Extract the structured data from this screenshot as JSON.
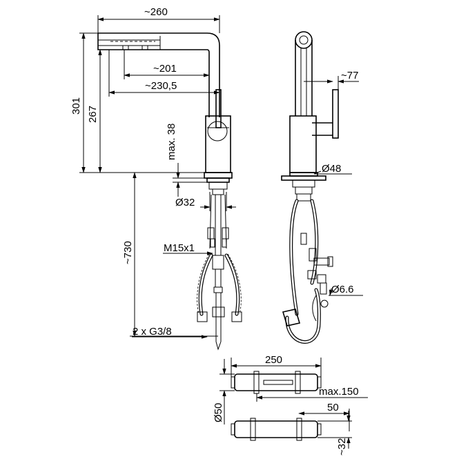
{
  "dimensions": {
    "width_top": "~260",
    "spout_reach": "~201",
    "spout_reach_2": "~230,5",
    "height_total": "301",
    "height_outlet": "267",
    "max_worktop": "max. 38",
    "hole_diameter": "Ø32",
    "hose_length": "~730",
    "thread": "M15x1",
    "connections": "2 x G3/8",
    "lever_offset": "~77",
    "base_diameter": "Ø48",
    "pipe_diameter": "Ø6.6",
    "weight_length": "250",
    "weight_diameter": "Ø50",
    "weight_travel": "max.150",
    "weight_offset": "50",
    "weight_small": "~32"
  },
  "colors": {
    "line": "#000000",
    "background": "#ffffff"
  }
}
